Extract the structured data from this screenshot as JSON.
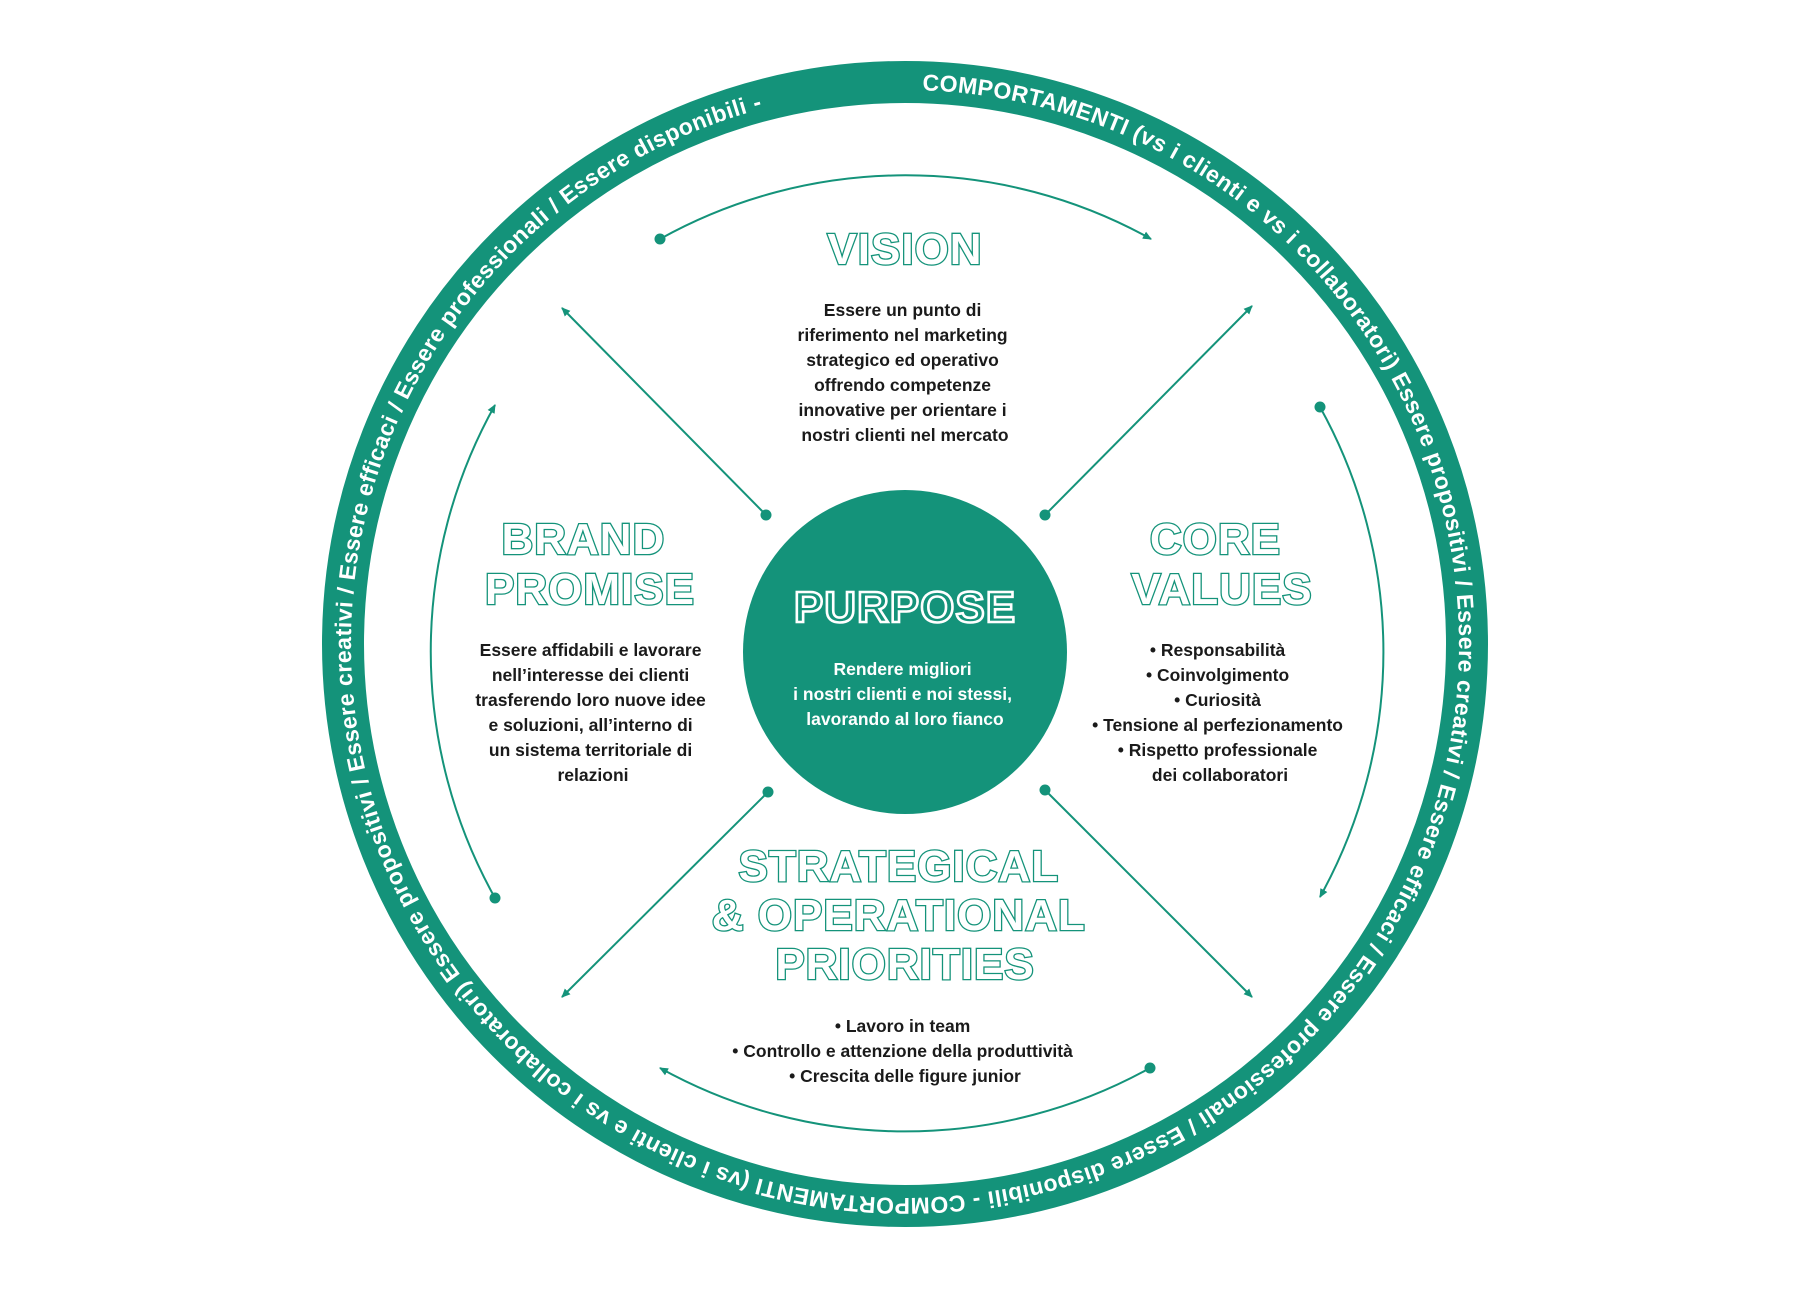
{
  "colors": {
    "accent": "#14937a",
    "text": "#1a1a1a",
    "background": "#ffffff"
  },
  "ring": {
    "text": "COMPORTAMENTI (vs i clienti e vs i collaboratori) Essere propositivi / Essere creativi / Essere efficaci / Essere professionali / Essere disponibili - COMPORTAMENTI (vs i clienti e vs i collaboratori) Essere propositivi / Essere creativi / Essere efficaci / Essere professionali / Essere disponibili - "
  },
  "purpose": {
    "title": "PURPOSE",
    "lines": [
      "Rendere migliori",
      "i nostri clienti  e noi stessi,",
      "lavorando al loro fianco"
    ]
  },
  "vision": {
    "title": "VISION",
    "lines": [
      "Essere un punto di",
      "riferimento nel marketing",
      "strategico ed operativo",
      "offrendo competenze",
      "innovative per orientare i",
      "nostri clienti nel mercato"
    ]
  },
  "brand_promise": {
    "title_lines": [
      "BRAND",
      "PROMISE"
    ],
    "lines": [
      "Essere affidabili e lavorare",
      "nell’interesse dei clienti",
      "trasferendo loro nuove idee",
      "e soluzioni, all’interno di",
      "un sistema territoriale di",
      "relazioni"
    ]
  },
  "core_values": {
    "title_lines": [
      "CORE",
      "VALUES"
    ],
    "lines": [
      "• Responsabilità",
      "• Coinvolgimento",
      "• Curiosità",
      "• Tensione al perfezionamento",
      "• Rispetto professionale",
      "dei collaboratori"
    ]
  },
  "priorities": {
    "title_lines": [
      "STRATEGICAL",
      "& OPERATIONAL",
      "PRIORITIES"
    ],
    "lines": [
      "• Lavoro in team",
      "• Controllo e attenzione della produttività",
      "• Crescita delle figure junior"
    ]
  }
}
